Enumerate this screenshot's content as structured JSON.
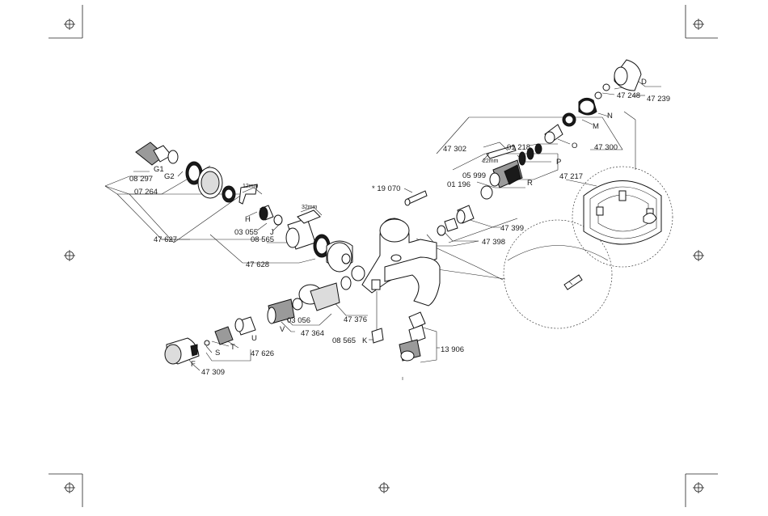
{
  "labels": {
    "l47239": "47 239",
    "l47248": "47 248",
    "lD": "D",
    "lN": "N",
    "lM": "M",
    "lO": "O",
    "l47300": "47 300",
    "l47302": "47 302",
    "l01218": "01 218",
    "lP": "P",
    "l22mm_a": "22mm",
    "l05999": "05 999",
    "l47217": "47 217",
    "l01196": "01 196",
    "lR": "R",
    "l19070": "* 19 070",
    "l47399": "47 399",
    "l47398": "47 398",
    "lG1": "G1",
    "lG2": "G2",
    "l08297": "08 297",
    "l07264": "07 264",
    "l12mm": "12mm",
    "l32mm": "32mm",
    "lH": "H",
    "l03055": "03 055",
    "lJ": "J",
    "l08565a": "08 565",
    "l47627": "47 627",
    "l47628": "47 628",
    "l47376": "47 376",
    "l03056": "03 056",
    "lV": "V",
    "l47364": "47 364",
    "l08565b": "08 565",
    "lK": "K",
    "lU": "U",
    "lT": "T",
    "lS": "S",
    "l47626": "47 626",
    "lF": "F",
    "l47309": "47 309",
    "l13906": "13 906"
  }
}
